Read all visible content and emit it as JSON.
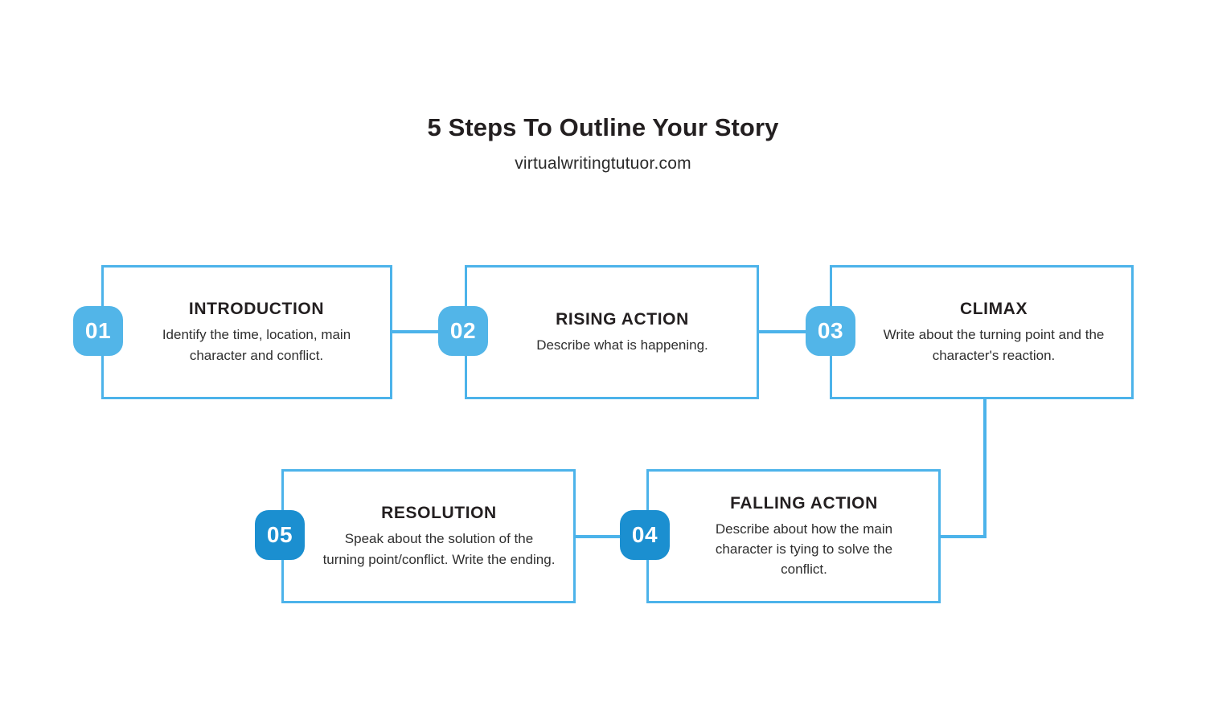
{
  "header": {
    "title": "5 Steps To Outline Your Story",
    "subtitle": "virtualwritingtutuor.com"
  },
  "theme": {
    "background": "#ffffff",
    "border_blue": "#4cb3ea",
    "badge_light_blue": "#52b5e8",
    "badge_dark_blue": "#1b8fd0",
    "heading_color": "#231f20",
    "body_color": "#2f2f2f"
  },
  "steps": [
    {
      "number": "01",
      "heading": "INTRODUCTION",
      "description": "Identify the time, location, main character and conflict.",
      "badge_style": "light"
    },
    {
      "number": "02",
      "heading": "RISING ACTION",
      "description": "Describe what is happening.",
      "badge_style": "light"
    },
    {
      "number": "03",
      "heading": "CLIMAX",
      "description": "Write about the turning point and the character's reaction.",
      "badge_style": "light"
    },
    {
      "number": "04",
      "heading": "FALLING ACTION",
      "description": "Describe about how the main character is tying to solve the conflict.",
      "badge_style": "dark"
    },
    {
      "number": "05",
      "heading": "RESOLUTION",
      "description": "Speak about the solution of the turning point/conflict. Write the ending.",
      "badge_style": "dark"
    }
  ]
}
